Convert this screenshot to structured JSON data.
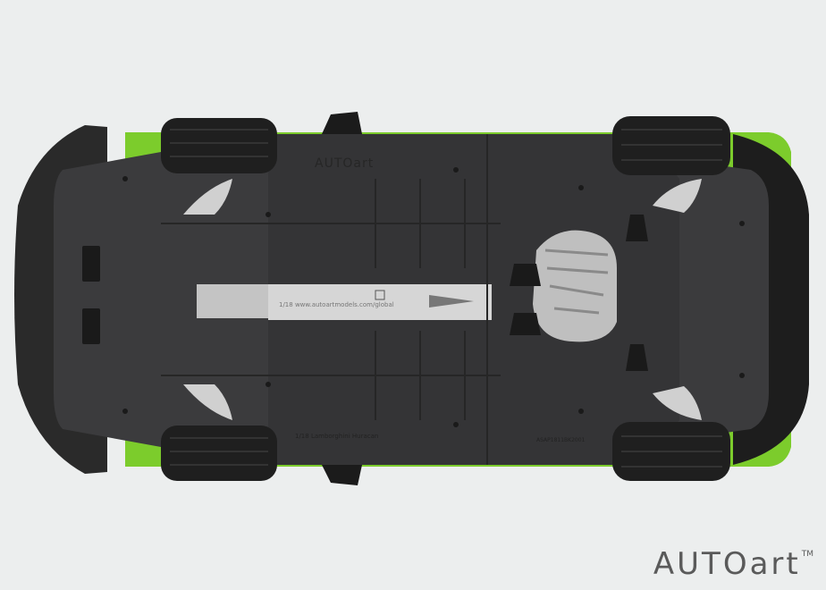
{
  "image": {
    "subject": "Underside of a green 1:18 scale model sports car viewed from below",
    "colors": {
      "background": "#eceeee",
      "body_green": "#7ccc2c",
      "chassis": "#3a3a3a",
      "silver": "#d4d4d4",
      "tire": "#222222"
    }
  },
  "chassis_text": {
    "brand_mark": "AUTOart",
    "web_label": "1/18 www.autoartmodels.com/global",
    "model_label": "1/18 Lamborghini Huracan",
    "code_label": "ASAP1811BK2001"
  },
  "brand": {
    "wordmark": "AUTOart",
    "trademark": "TM"
  }
}
